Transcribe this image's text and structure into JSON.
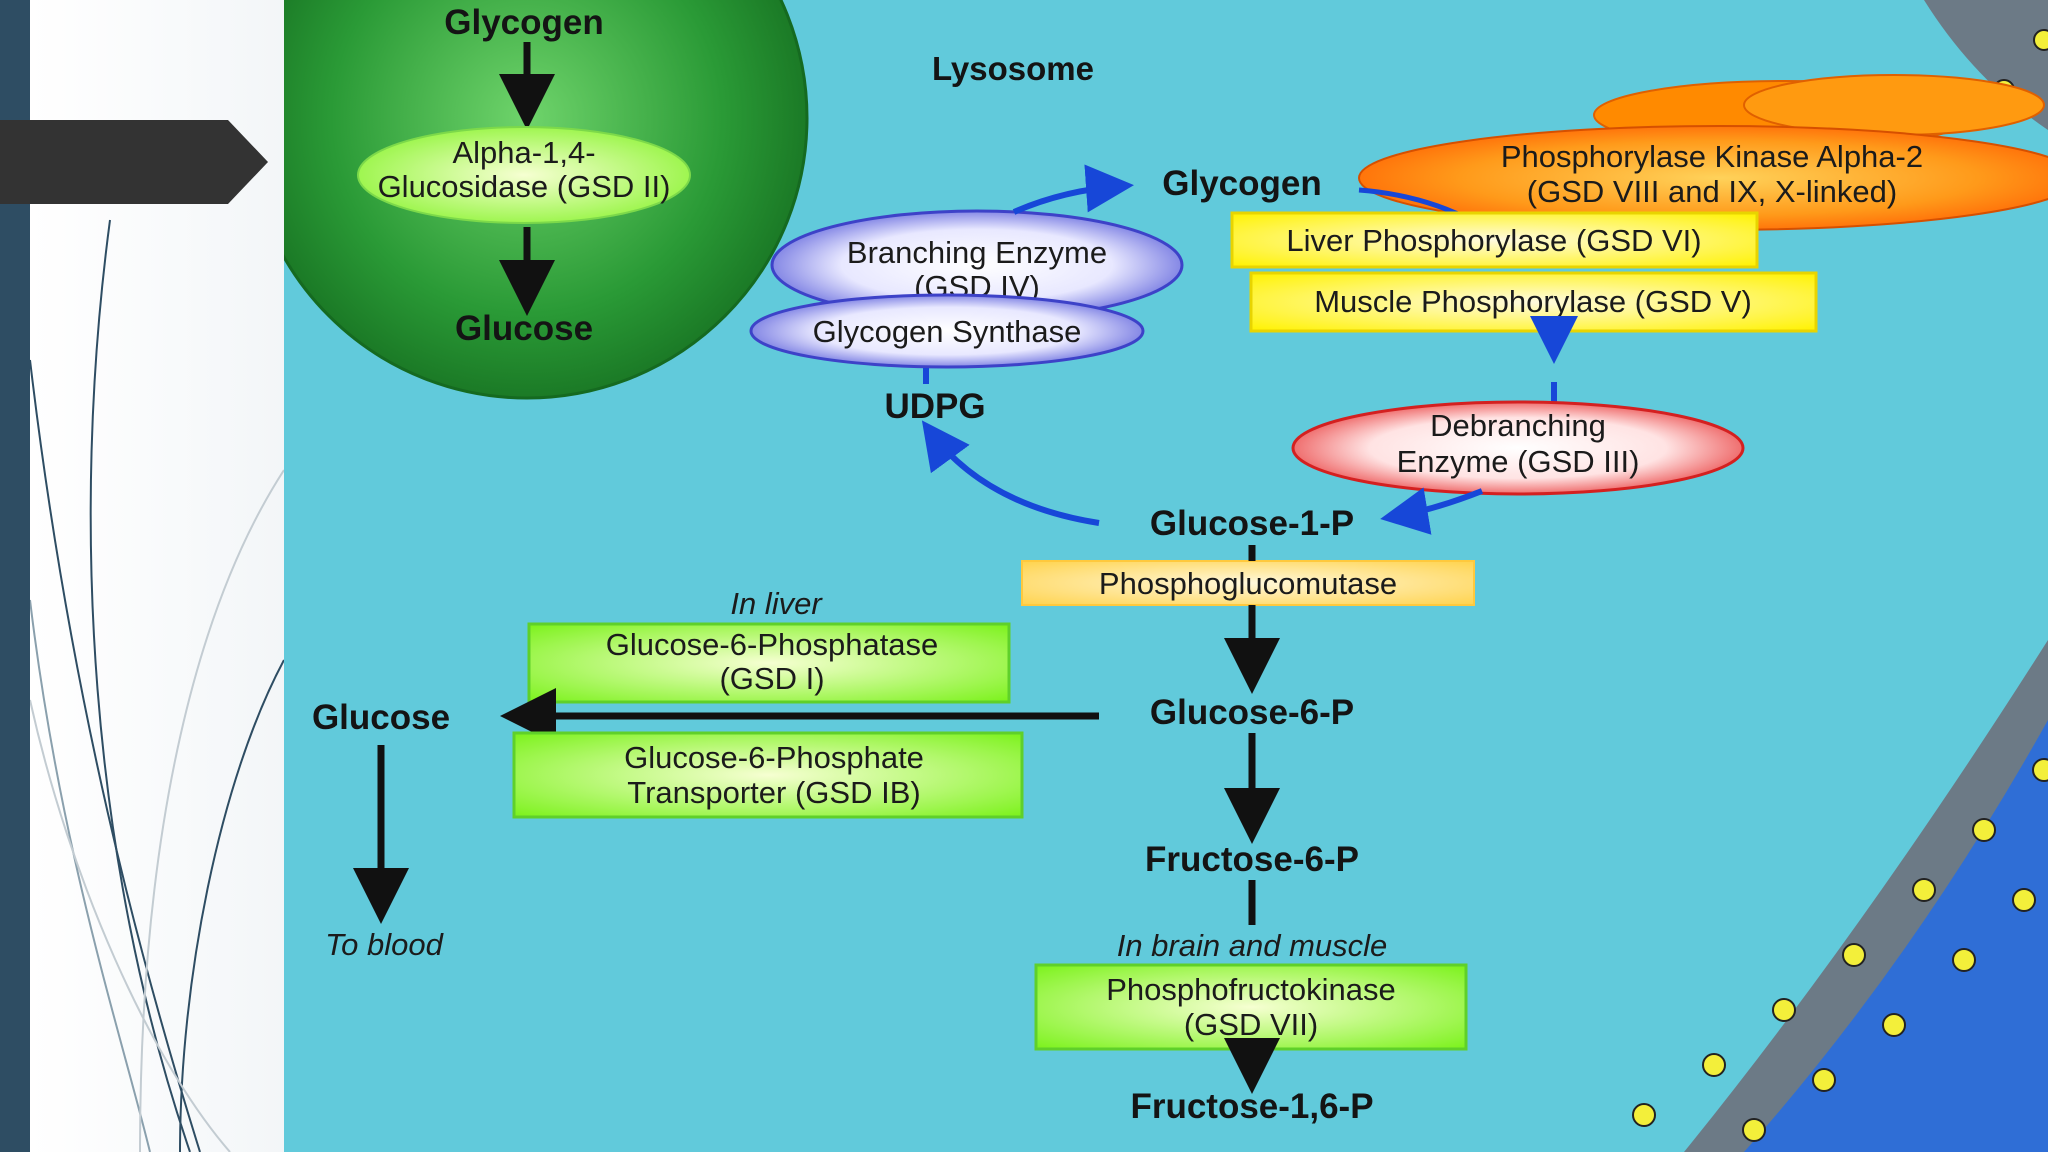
{
  "diagram": {
    "lysosome": {
      "label": "Lysosome",
      "top": "Glycogen",
      "enzyme_line1": "Alpha-1,4-",
      "enzyme_line2": "Glucosidase (GSD II)",
      "bottom": "Glucose"
    },
    "glycogen": "Glycogen",
    "phosphorylase_kinase": {
      "line1": "Phosphorylase Kinase Alpha-2",
      "line2": "(GSD VIII and IX, X-linked)"
    },
    "liver_phosphorylase": "Liver Phosphorylase (GSD VI)",
    "muscle_phosphorylase": "Muscle Phosphorylase (GSD V)",
    "branching_enzyme": {
      "line1": "Branching Enzyme",
      "line2": "(GSD IV)"
    },
    "glycogen_synthase": "Glycogen Synthase",
    "udpg": "UDPG",
    "debranching": {
      "line1": "Debranching",
      "line2": "Enzyme (GSD III)"
    },
    "glucose_1_p": "Glucose-1-P",
    "phosphoglucomutase": "Phosphoglucomutase",
    "in_liver": "In liver",
    "g6pase": {
      "line1": "Glucose-6-Phosphatase",
      "line2": "(GSD I)"
    },
    "glucose": "Glucose",
    "glucose_6_p": "Glucose-6-P",
    "g6p_transporter": {
      "line1": "Glucose-6-Phosphate",
      "line2": "Transporter (GSD IB)"
    },
    "fructose_6_p": "Fructose-6-P",
    "to_blood": "To blood",
    "in_brain_muscle": "In brain and muscle",
    "pfk": {
      "line1": "Phosphofructokinase",
      "line2": "(GSD VII)"
    },
    "fructose_1_6_p": "Fructose-1,6-P"
  },
  "colors": {
    "cytoplasm": "#61cadb",
    "lysosome": "#1f8f2f",
    "branching_ellipse": "#4a4fd6",
    "kinase_orange": "#ff7a00",
    "phosphorylase_yellow": "#fff200",
    "debranching_red": "#e62a2a",
    "enzyme_green": "#7cf21c",
    "arrow_blue": "#1747d8",
    "arrow_black": "#111111",
    "slide_bar": "#2e4d63",
    "arrow_tab": "#333333"
  }
}
